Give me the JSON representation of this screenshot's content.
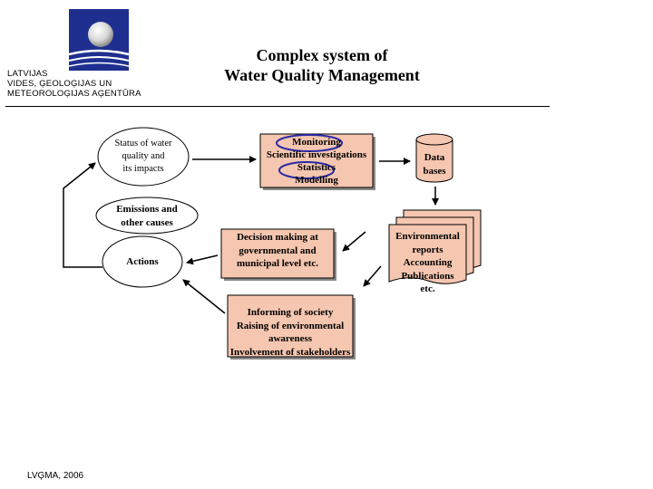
{
  "header": {
    "org_lines": [
      "LATVIJAS",
      "VIDES, ĢEOLOĢIJAS UN",
      "METEOROLOĢIJAS AĢENTŪRA"
    ],
    "title_lines": [
      "Complex system of",
      "Water Quality Management"
    ]
  },
  "nodes": {
    "status": [
      "Status of water",
      "quality and",
      "its impacts"
    ],
    "monitoring": [
      "Monitoring",
      "Scientific investigations",
      "Statistics",
      "Modelling"
    ],
    "databases": [
      "Data",
      "bases"
    ],
    "emissions": [
      "Emissions and",
      "other causes"
    ],
    "decision": [
      "Decision making at",
      "governmental and",
      "municipal level etc."
    ],
    "reports": [
      "Environmental",
      "reports",
      "Accounting",
      "Publications",
      "etc."
    ],
    "actions": [
      "Actions"
    ],
    "informing": [
      "Informing of society",
      "Raising of environmental",
      "awareness",
      "Involvement of stakeholders"
    ]
  },
  "footer": {
    "text": "LVĢMA, 2006"
  },
  "colors": {
    "box_fill": "#f5c6b0",
    "logo_blue": "#1f2f8f",
    "highlight_ring": "#2a2aa8",
    "stroke": "#000000"
  }
}
